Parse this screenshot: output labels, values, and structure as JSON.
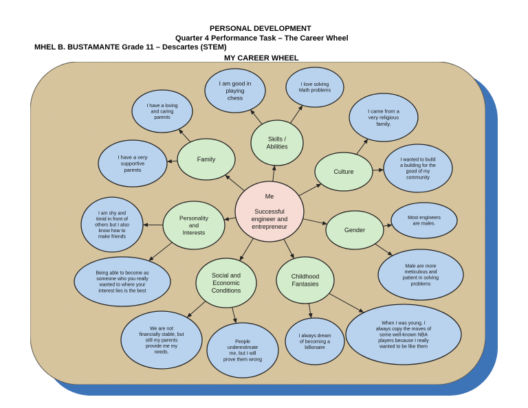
{
  "header": {
    "title": "PERSONAL DEVELOPMENT",
    "subtitle": "Quarter 4 Performance Task – The Career Wheel",
    "student": "MHEL B. BUSTAMANTE  Grade 11 – Descartes (STEM)",
    "wheel_title": "MY CAREER WHEEL"
  },
  "colors": {
    "board": "#dcc9a2",
    "shadow": "#3d74b7",
    "center": "#f6dcd4",
    "category": "#d3eccb",
    "leaf": "#b9d3ef",
    "stroke": "#222222"
  },
  "center": {
    "lines": [
      "Me",
      "",
      "Successful",
      "engineer and",
      "entrepreneur"
    ]
  },
  "categories": [
    {
      "id": "family",
      "lines": [
        "Family"
      ]
    },
    {
      "id": "skills",
      "lines": [
        "Skills /",
        "Abilities"
      ]
    },
    {
      "id": "culture",
      "lines": [
        "Culture"
      ]
    },
    {
      "id": "gender",
      "lines": [
        "Gender"
      ]
    },
    {
      "id": "childhood",
      "lines": [
        "Childhood",
        "Fantasies"
      ]
    },
    {
      "id": "social",
      "lines": [
        "Social and",
        "Economic",
        "Conditions"
      ]
    },
    {
      "id": "personality",
      "lines": [
        "Personality",
        "and",
        "Interests"
      ]
    }
  ],
  "leaves": [
    {
      "id": "loving-parents",
      "parent": "family",
      "lines": [
        "I have a loving",
        "and caring",
        "parents"
      ]
    },
    {
      "id": "supportive-parents",
      "parent": "family",
      "lines": [
        "I have a very",
        "supportive",
        "parents"
      ]
    },
    {
      "id": "chess",
      "parent": "skills",
      "lines": [
        "I am good in",
        "playing",
        "chess"
      ]
    },
    {
      "id": "math",
      "parent": "skills",
      "lines": [
        "I love solving",
        "Math problems"
      ]
    },
    {
      "id": "religious",
      "parent": "culture",
      "lines": [
        "I came from a",
        "very religious",
        "family."
      ]
    },
    {
      "id": "building",
      "parent": "culture",
      "lines": [
        "I wanted to build",
        "a building for the",
        "good of my",
        "community"
      ]
    },
    {
      "id": "engineers-males",
      "parent": "gender",
      "lines": [
        "Most engineers",
        "are males."
      ]
    },
    {
      "id": "meticulous",
      "parent": "gender",
      "lines": [
        "Male are more",
        "meticulous and",
        "patient in solving",
        "problems"
      ]
    },
    {
      "id": "nba",
      "parent": "childhood",
      "lines": [
        "When I was young, I",
        "always copy the moves of",
        "some well-known NBA",
        "players because I really",
        "wanted to be like them"
      ]
    },
    {
      "id": "billionaire",
      "parent": "childhood",
      "lines": [
        "I always dream",
        "of becoming a",
        "billionaire"
      ]
    },
    {
      "id": "underestimate",
      "parent": "social",
      "lines": [
        "People",
        "underestimate",
        "me, but I will",
        "prove them wrong"
      ]
    },
    {
      "id": "not-stable",
      "parent": "social",
      "lines": [
        "We are not",
        "financially stable, but",
        "still my parents",
        "provide me my",
        "needs."
      ]
    },
    {
      "id": "someone",
      "parent": "personality",
      "lines": [
        "Being able to become as",
        "someone who you really",
        "wanted to where your",
        "interest lies is the best"
      ]
    },
    {
      "id": "shy",
      "parent": "personality",
      "lines": [
        "I am shy and",
        "timid in front of",
        "others but I also",
        "know how to",
        "make friends"
      ]
    }
  ]
}
